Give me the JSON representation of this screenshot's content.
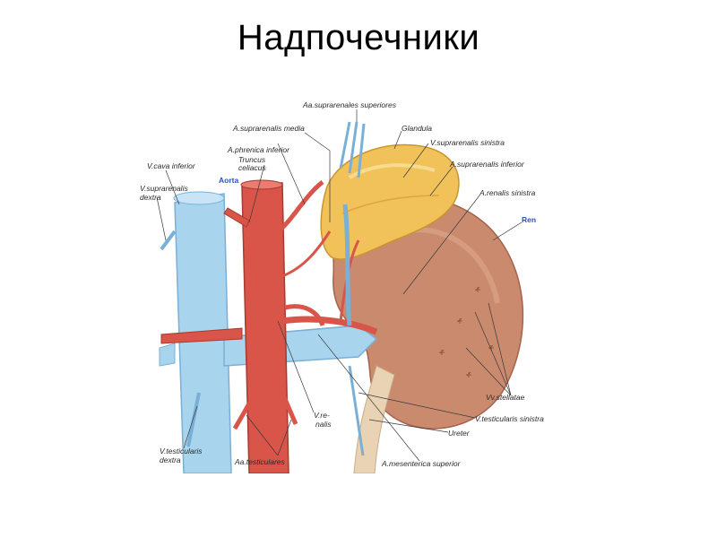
{
  "slide": {
    "title": "Надпочечники"
  },
  "labels": {
    "aa_suprarenales_superiores": "Aa.suprarenales superiores",
    "a_suprarenalis_media": "A.suprarenalis media",
    "glandula": "Glandula",
    "v_suprarenalis_sinistra": "V.suprarenalis sinistra",
    "a_phrenica_inferior": "A.phrenica inferior",
    "truncus": "Truncus",
    "coeliacus": "celiacus",
    "a_suprarenalis_inferior": "A.suprarenalis inferior",
    "v_cava_inferior": "V.cava inferior",
    "aorta": "Aorta",
    "v_suprarenalis_dextra_1": "V.suprarenalis",
    "v_suprarenalis_dextra_2": "dextra",
    "a_renalis_sinistra": "A.renalis sinistra",
    "ren": "Ren",
    "vv_stellatae": "Vv.stellatae",
    "v_renalis_1": "V.re-",
    "v_renalis_2": "nalis",
    "v_testicularis_sinistra": "V.testicularis sinistra",
    "ureter": "Ureter",
    "v_testicularis_dextra_1": "V.testicularis",
    "v_testicularis_dextra_2": "dextra",
    "aa_testiculares": "Aa.testiculares",
    "a_mesenterica_superior": "A.mesenterica superior"
  },
  "colors": {
    "vein": "#a9d4ee",
    "vein_dark": "#7ab0d6",
    "artery": "#d9554a",
    "artery_dark": "#a83a30",
    "kidney": "#c98a6e",
    "kidney_dark": "#a8624a",
    "gland": "#f1c25a",
    "gland_dark": "#c9962e",
    "ureter": "#e9d3b4",
    "label_blue": "#2b4fc4"
  }
}
